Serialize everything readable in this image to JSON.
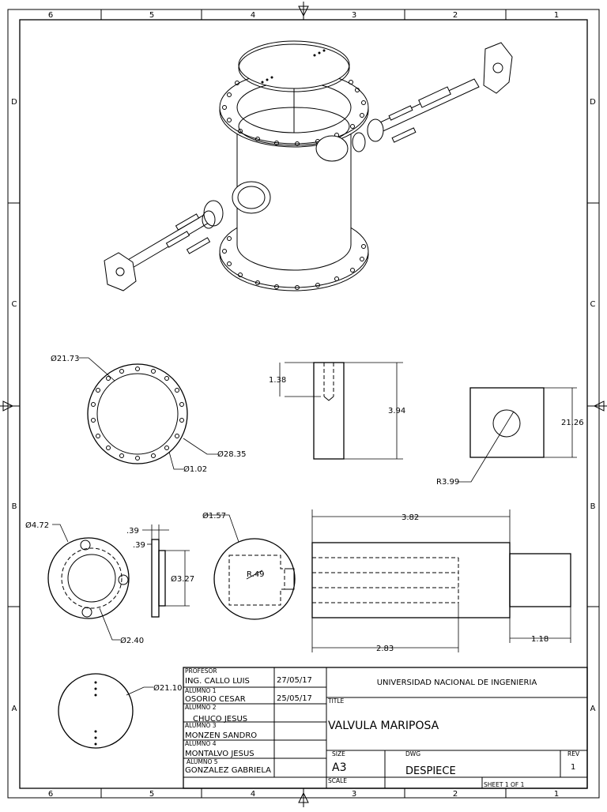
{
  "border": {
    "columns": [
      "6",
      "5",
      "4",
      "3",
      "2",
      "1"
    ],
    "rows": [
      "D",
      "C",
      "B",
      "A"
    ]
  },
  "dimensions": {
    "flange_outer": "Ø28.35",
    "flange_inner": "Ø21.73",
    "flange_hole": "Ø1.02",
    "body_height": "3.94",
    "body_slot": "1.38",
    "plate_size": "21.26",
    "plate_hole": "R3.99",
    "small_flange_outer": "Ø4.72",
    "small_flange_bolt": "Ø2.40",
    "small_flange_thk1": ".39",
    "small_flange_thk2": ".39",
    "small_flange_hub": "Ø3.27",
    "bushing_outer": "Ø1.57",
    "bushing_radius": "R.49",
    "shaft_length": "3.82",
    "shaft_inner": "2.83",
    "shaft_tip": "1.18",
    "disc_diameter": "Ø21.10"
  },
  "title_block": {
    "profesor_label": "PROFESOR",
    "profesor_name": "ING. CALLO LUIS",
    "profesor_date": "27/05/17",
    "alumno1_label": "ALUMNO 1",
    "alumno1_name": "OSORIO CESAR",
    "alumno1_date": "25/05/17",
    "alumno2_label": "ALUMNO 2",
    "alumno2_name": "CHUCO JESUS",
    "alumno3_label": "ALUMNO 3",
    "alumno3_name": "MONZEN SANDRO",
    "alumno4_label": "ALUMNO 4",
    "alumno4_name": "MONTALVO JESUS",
    "alumno5_label": "ALUMNO 5",
    "alumno5_name": "GONZALEZ GABRIELA",
    "university": "UNIVERSIDAD NACIONAL DE INGENIERIA",
    "title_label": "TITLE",
    "title": "VALVULA MARIPOSA",
    "size_label": "SIZE",
    "size": "A3",
    "dwg_label": "DWG",
    "dwg": "DESPIECE",
    "rev_label": "REV",
    "rev": "1",
    "scale_label": "SCALE",
    "sheet": "SHEET 1  OF 1"
  }
}
